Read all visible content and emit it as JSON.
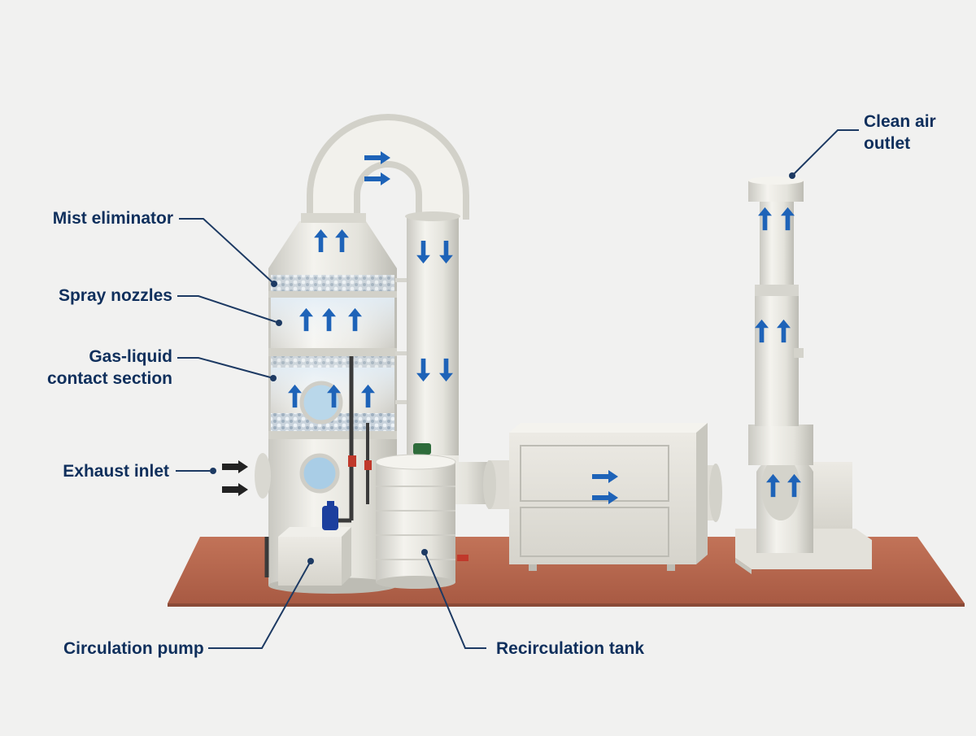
{
  "labels": {
    "mist_eliminator": "Mist eliminator",
    "spray_nozzles": "Spray nozzles",
    "gas_liquid_line1": "Gas-liquid",
    "gas_liquid_line2": "contact section",
    "exhaust_inlet": "Exhaust inlet",
    "circulation_pump": "Circulation pump",
    "recirculation_tank": "Recirculation tank",
    "clean_air_line1": "Clean air",
    "clean_air_line2": "outlet"
  },
  "colors": {
    "label_text": "#0f2f5c",
    "leader_line": "#1d3a63",
    "flow_arrow_blue": "#1e63b8",
    "inlet_arrow": "#222222",
    "equipment": "#e9e8e2",
    "floor": "#b5654c",
    "background": "#f1f1f0"
  },
  "icons": [
    "flow-arrow-up-icon",
    "flow-arrow-down-icon",
    "flow-arrow-right-icon",
    "inlet-arrow-icon"
  ]
}
